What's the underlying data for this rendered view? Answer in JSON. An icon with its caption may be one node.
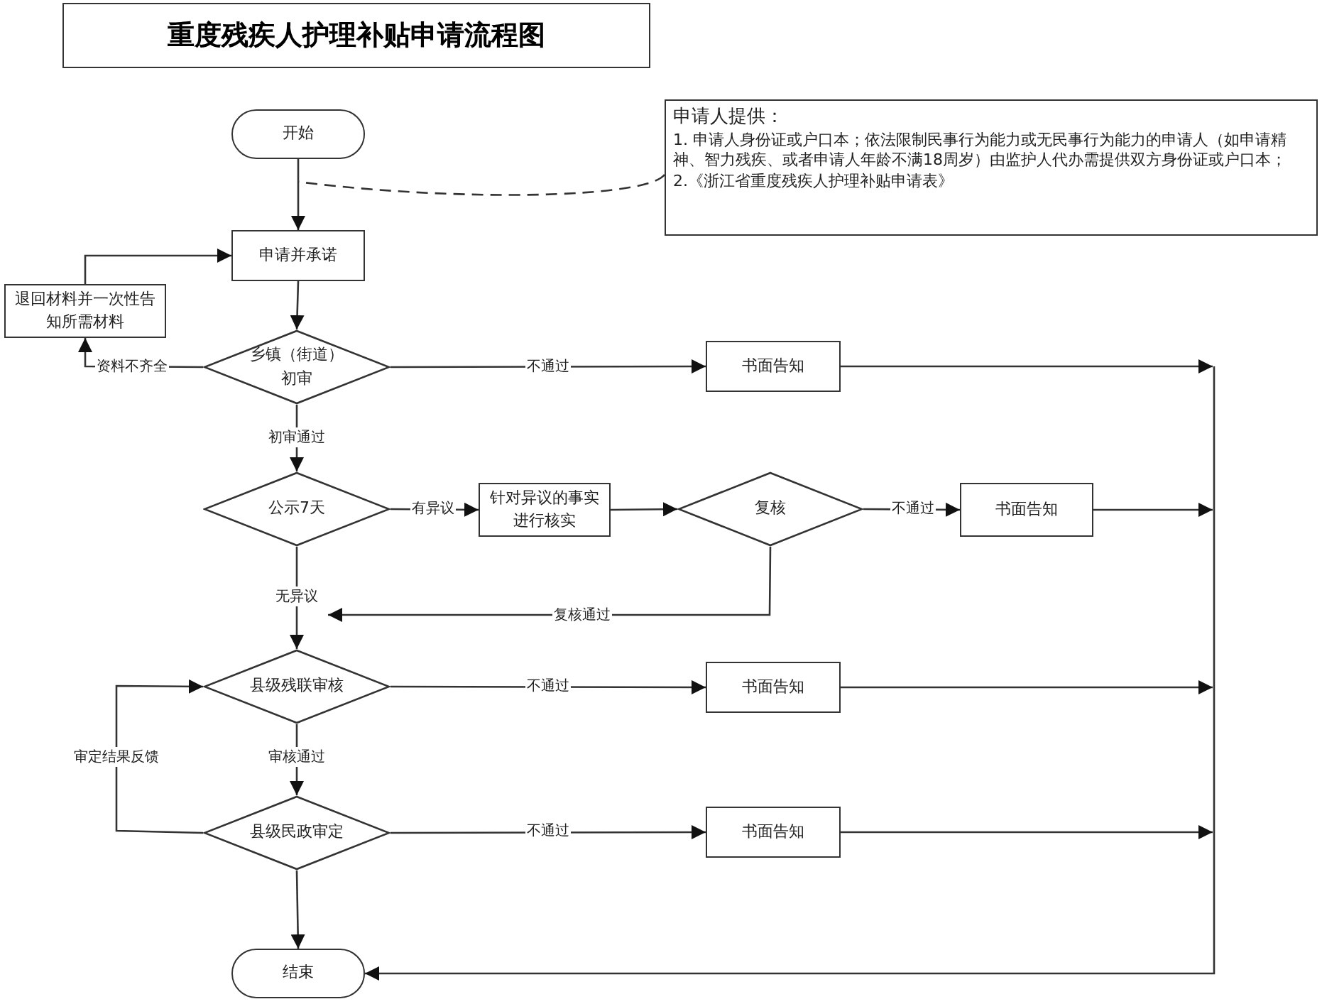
{
  "diagram": {
    "title": "重度残疾人护理补贴申请流程图",
    "nodes": [
      {
        "text": [
          "开始"
        ]
      },
      {
        "text": [
          "申请人提供：",
          "1. 申请人身份证或户口本；依法限制民事行为能力或无民事行为能力的申请人（如申请精神、智力残疾、或者申请人年龄不满18周岁）由监护人代办需提供双方身份证或户口本；",
          "2.《浙江省重度残疾人护理补贴申请表》"
        ]
      },
      {
        "text": [
          "申请并承诺"
        ]
      },
      {
        "text": [
          "退回材料并一次性告知所需材料"
        ]
      },
      {
        "text": [
          "乡镇（街道）初审"
        ]
      },
      {
        "text": [
          "书面告知"
        ]
      },
      {
        "text": [
          "公示7天"
        ]
      },
      {
        "text": [
          "针对异议的事实进行核实"
        ]
      },
      {
        "text": [
          "复核"
        ]
      },
      {
        "text": [
          "书面告知"
        ]
      },
      {
        "text": [
          "县级残联审核"
        ]
      },
      {
        "text": [
          "书面告知"
        ]
      },
      {
        "text": [
          "县级民政审定"
        ]
      },
      {
        "text": [
          "书面告知"
        ]
      },
      {
        "text": [
          "结束"
        ]
      }
    ],
    "edges": [
      {
        "from": 0,
        "to": 2,
        "arrow": "to"
      },
      {
        "from": 1,
        "to": null,
        "arrow": "none",
        "style": "dashed"
      },
      {
        "from": 2,
        "to": 4,
        "arrow": "to"
      },
      {
        "from": 4,
        "to": 3,
        "arrow": "to",
        "label": "资料不齐全"
      },
      {
        "from": 3,
        "to": 2,
        "arrow": "to"
      },
      {
        "from": 4,
        "to": 5,
        "arrow": "to",
        "label": "不通过"
      },
      {
        "from": 4,
        "to": 6,
        "arrow": "to",
        "label": "初审通过"
      },
      {
        "from": 6,
        "to": 7,
        "arrow": "to",
        "label": "有异议"
      },
      {
        "from": 7,
        "to": 8,
        "arrow": "to"
      },
      {
        "from": 8,
        "to": 9,
        "arrow": "to",
        "label": "不通过"
      },
      {
        "from": 8,
        "to": 10,
        "arrow": "to",
        "label": "复核通过"
      },
      {
        "from": 6,
        "to": 10,
        "arrow": "to",
        "label": "无异议"
      },
      {
        "from": 10,
        "to": 11,
        "arrow": "to",
        "label": "不通过"
      },
      {
        "from": 10,
        "to": 12,
        "arrow": "to",
        "label": "审核通过"
      },
      {
        "from": 12,
        "to": 13,
        "arrow": "to",
        "label": "不通过"
      },
      {
        "from": 12,
        "to": 10,
        "arrow": "to",
        "label": "审定结果反馈"
      },
      {
        "from": 12,
        "to": 14,
        "arrow": "to"
      },
      {
        "from": 5,
        "to": 14,
        "arrow": "to"
      },
      {
        "from": 9,
        "to": 14,
        "arrow": "to"
      },
      {
        "from": 11,
        "to": 14,
        "arrow": "to"
      },
      {
        "from": 13,
        "to": 14,
        "arrow": "to"
      }
    ]
  }
}
